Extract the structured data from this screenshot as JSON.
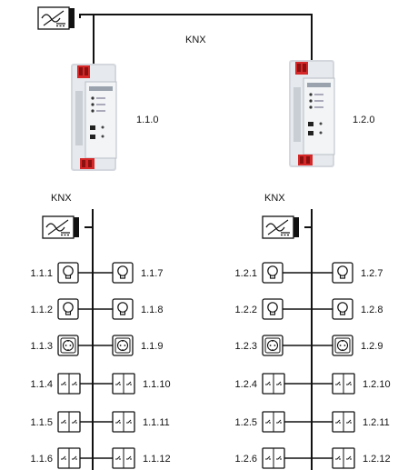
{
  "bus_label_top": "KNX",
  "line1": {
    "coupler_address": "1.1.0",
    "bus_label": "KNX",
    "left_devices": [
      "1.1.1",
      "1.1.2",
      "1.1.3",
      "1.1.4",
      "1.1.5",
      "1.1.6"
    ],
    "right_devices": [
      "1.1.7",
      "1.1.8",
      "1.1.9",
      "1.1.10",
      "1.1.11",
      "1.1.12"
    ]
  },
  "line2": {
    "coupler_address": "1.2.0",
    "bus_label": "KNX",
    "left_devices": [
      "1.2.1",
      "1.2.2",
      "1.2.3",
      "1.2.4",
      "1.2.5",
      "1.2.6"
    ],
    "right_devices": [
      "1.2.7",
      "1.2.8",
      "1.2.9",
      "1.2.10",
      "1.2.11",
      "1.2.12"
    ]
  },
  "device_types": [
    "lamp",
    "lamp",
    "socket",
    "switch",
    "switch",
    "switch"
  ]
}
